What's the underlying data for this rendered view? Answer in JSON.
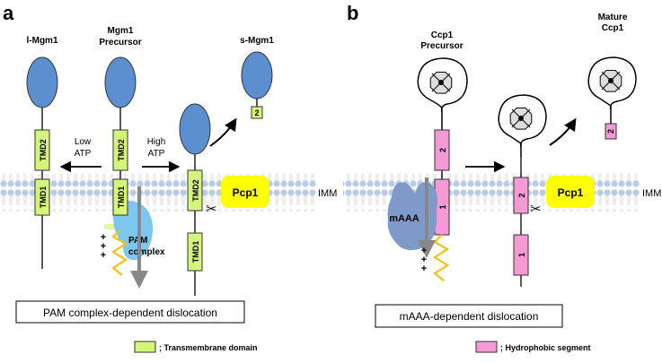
{
  "panel_a": {
    "label": "a",
    "l_mgm1_title": "l-Mgm1",
    "precursor_title": [
      "Mgm1",
      "Precursor"
    ],
    "s_mgm1_title": "s-Mgm1",
    "low_atp": [
      "Low",
      "ATP"
    ],
    "high_atp": [
      "High",
      "ATP"
    ],
    "tmd1": "TMD1",
    "tmd2": "TMD2",
    "fragment_label": "2",
    "pcp1": "Pcp1",
    "pam_label": [
      "PAM",
      "complex"
    ],
    "charges": "+++",
    "caption": "PAM complex-dependent dislocation",
    "legend_text": "; Transmembrane domain",
    "legend_color": "#d4f57a"
  },
  "panel_b": {
    "label": "b",
    "precursor_title": [
      "Ccp1",
      "Precursor"
    ],
    "mature_title": [
      "Mature",
      "Ccp1"
    ],
    "seg1": "1",
    "seg2": "2",
    "fragment_label": "2",
    "maaa": "mAAA",
    "pcp1": "Pcp1",
    "charges": "+++",
    "caption": "mAAA-dependent dislocation",
    "legend_text": "; Hydrophobic segment",
    "legend_color": "#f59ad5"
  },
  "membrane_label": "IMM",
  "colors": {
    "globular_domain": "#5b8fd0",
    "pcp1": "#ffff00",
    "membrane": "#b9cbe6",
    "pam": "#7dc6ef",
    "maaa": "#7f99c9",
    "linker": "#f2c118",
    "arrow_gray": "#888888"
  }
}
